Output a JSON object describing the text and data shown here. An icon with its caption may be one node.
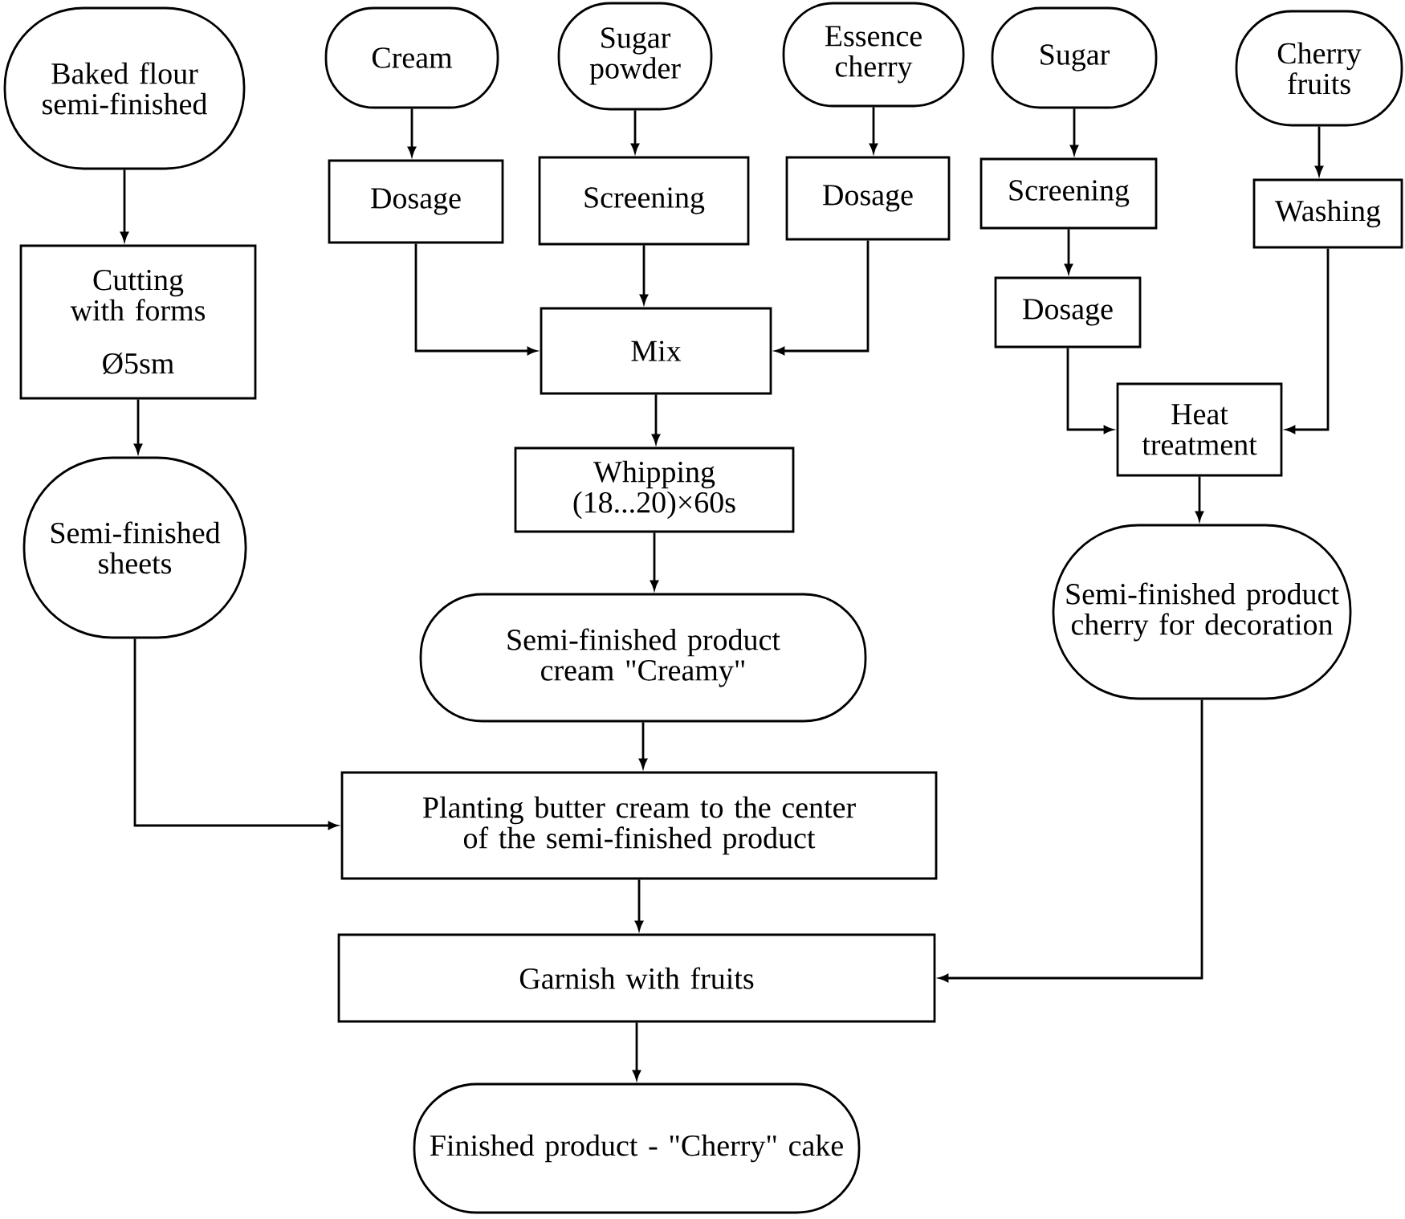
{
  "diagram": {
    "nodes": [
      {
        "text": [
          "Baked flour semi-finished"
        ]
      },
      {
        "text": [
          "Cream"
        ]
      },
      {
        "text": [
          "Sugar powder"
        ]
      },
      {
        "text": [
          "Essence cherry"
        ]
      },
      {
        "text": [
          "Sugar"
        ]
      },
      {
        "text": [
          "Cherry fruits"
        ]
      },
      {
        "text": [
          "Cutting with forms",
          "Ø5sm"
        ]
      },
      {
        "text": [
          "Dosage"
        ]
      },
      {
        "text": [
          "Screening"
        ]
      },
      {
        "text": [
          "Dosage"
        ]
      },
      {
        "text": [
          "Screening"
        ]
      },
      {
        "text": [
          "Washing"
        ]
      },
      {
        "text": [
          "Dosage"
        ]
      },
      {
        "text": [
          "Mix"
        ]
      },
      {
        "text": [
          "Heat treatment"
        ]
      },
      {
        "text": [
          "Semi-finished sheets"
        ]
      },
      {
        "text": [
          "Whipping (18...20)×60s"
        ]
      },
      {
        "text": [
          "Semi-finished product cherry for decoration"
        ]
      },
      {
        "text": [
          "Semi-finished product cream \"Creamy\""
        ]
      },
      {
        "text": [
          "Planting butter cream to the center of the semi-finished product"
        ]
      },
      {
        "text": [
          "Garnish with fruits"
        ]
      },
      {
        "text": [
          "Finished product - \"Cherry\" cake"
        ]
      }
    ],
    "edges": [
      {
        "from": 0,
        "to": 6,
        "arrow": "to"
      },
      {
        "from": 6,
        "to": 15,
        "arrow": "to"
      },
      {
        "from": 1,
        "to": 7,
        "arrow": "to"
      },
      {
        "from": 2,
        "to": 8,
        "arrow": "to"
      },
      {
        "from": 3,
        "to": 9,
        "arrow": "to"
      },
      {
        "from": 4,
        "to": 10,
        "arrow": "to"
      },
      {
        "from": 5,
        "to": 11,
        "arrow": "to"
      },
      {
        "from": 7,
        "to": 13,
        "arrow": "to"
      },
      {
        "from": 8,
        "to": 13,
        "arrow": "to"
      },
      {
        "from": 9,
        "to": 13,
        "arrow": "to"
      },
      {
        "from": 13,
        "to": 16,
        "arrow": "to"
      },
      {
        "from": 16,
        "to": 18,
        "arrow": "to"
      },
      {
        "from": 10,
        "to": 12,
        "arrow": "to"
      },
      {
        "from": 12,
        "to": 14,
        "arrow": "to"
      },
      {
        "from": 11,
        "to": 14,
        "arrow": "to"
      },
      {
        "from": 14,
        "to": 17,
        "arrow": "to"
      },
      {
        "from": 18,
        "to": 19,
        "arrow": "to"
      },
      {
        "from": 15,
        "to": 19,
        "arrow": "to"
      },
      {
        "from": 19,
        "to": 20,
        "arrow": "to"
      },
      {
        "from": 17,
        "to": 20,
        "arrow": "to"
      },
      {
        "from": 20,
        "to": 21,
        "arrow": "to"
      }
    ]
  }
}
